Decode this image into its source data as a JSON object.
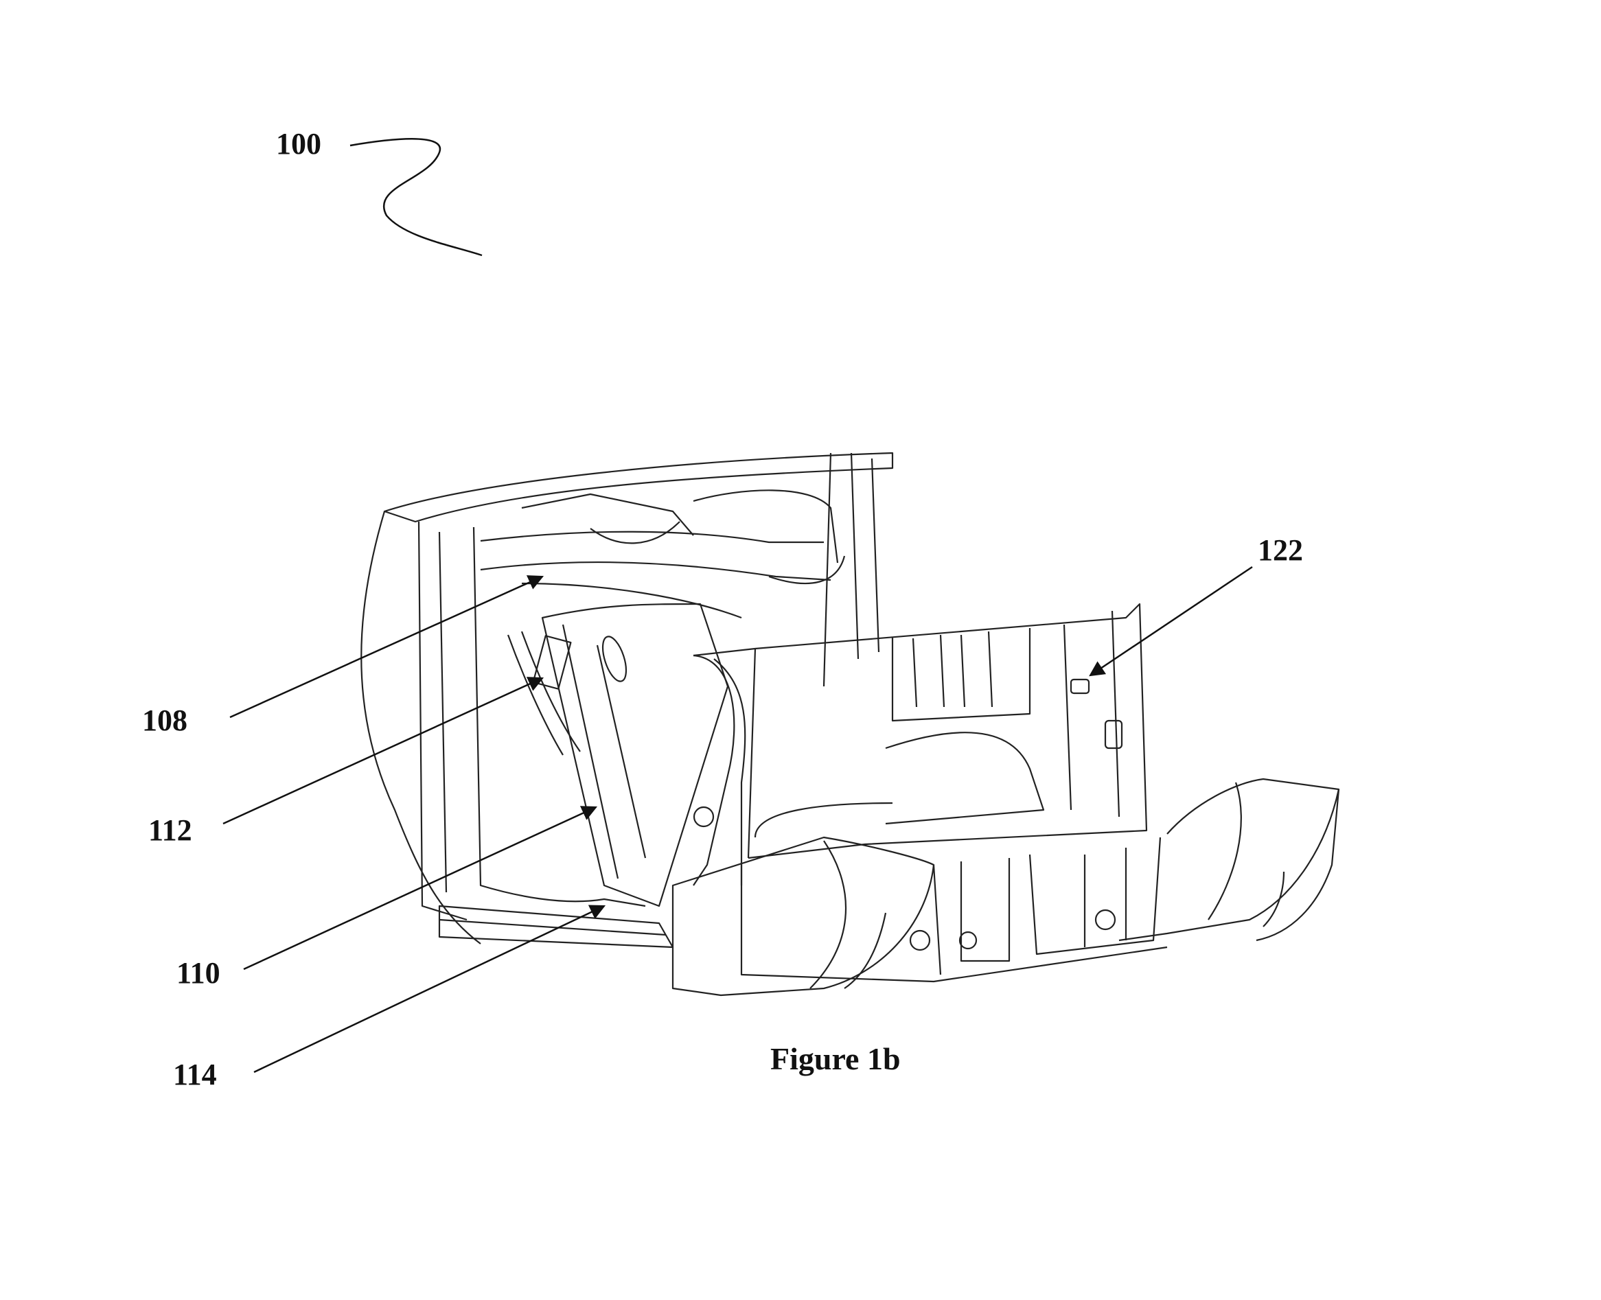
{
  "figure": {
    "caption": "Figure 1b",
    "reference_numerals": {
      "r100": "100",
      "r108": "108",
      "r110": "110",
      "r112": "112",
      "r114": "114",
      "r122": "122"
    }
  },
  "colors": {
    "line": "#111111",
    "background": "#ffffff"
  }
}
